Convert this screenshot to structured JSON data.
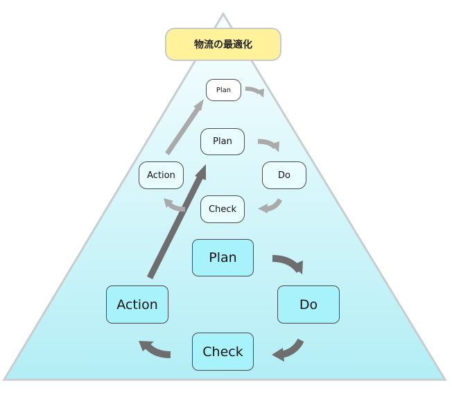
{
  "goal": {
    "label": "物流の最適化"
  },
  "cycles": [
    {
      "level": 1,
      "plan": "Plan",
      "do": "Do",
      "check": "Check",
      "action": "Action"
    },
    {
      "level": 2,
      "plan": "Plan",
      "do": "Do",
      "check": "Check",
      "action": "Action"
    },
    {
      "level": 3,
      "plan": "Plan"
    }
  ],
  "colors": {
    "pyramid_top": "#f9feff",
    "pyramid_bottom": "#b2eef5",
    "pyramid_border": "#c8cdd0",
    "goal_fill": "#fff29a",
    "cycle1_fill": "#a8f2fb",
    "cycle2_fill": "#e9fcfe",
    "cycle3_fill": "#ffffff",
    "arrow_dark": "#6e6e6e",
    "arrow_light": "#aaaaaa"
  }
}
